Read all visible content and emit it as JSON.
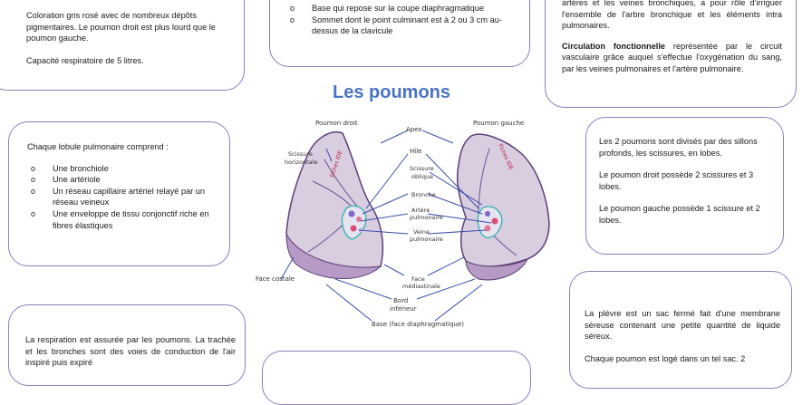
{
  "title": "Les poumons",
  "card_top_left": {
    "p1": "Coloration gris rosé avec de nombreux dépôts pigmentaires. Le poumon droit est plus lourd que le poumon gauche.",
    "p2": "Capacité respiratoire de 5 litres."
  },
  "card_top_center": {
    "items": [
      "Base qui repose sur la coupe diaphragmatique",
      "Sommet dont le point culminant est à 2 ou 3 cm au-dessus de la clavicule"
    ]
  },
  "card_top_right": {
    "p1": "artères et les veines bronchiques, a pour rôle d'irriguer l'ensemble de l'arbre bronchique et les éléments intra pulmonaires.",
    "p2_bold": "Circulation fonctionnelle",
    "p2_rest": " représentée par le circuit vasculaire grâce auquel s'effectue l'oxygénation du sang, par les veines pulmonaires et l'artère pulmonaire."
  },
  "card_lobule": {
    "intro": "Chaque lobule pulmonaire comprend :",
    "items": [
      "Une bronchiole",
      "Une artériole",
      "Un réseau capillaire artériel relayé par un réseau veineux",
      "Une enveloppe de tissu conjonctif riche en fibres élastiques"
    ]
  },
  "card_lobes": {
    "p1": "Les 2 poumons sont divisés par des sillons profonds, les scissures, en lobes.",
    "p2": "Le poumon droit possède 2 scissures et 3 lobes.",
    "p3": "Le poumon gauche possède 1 scissure et 2 lobes."
  },
  "card_respiration": {
    "p1": "La respiration est assurée par les poumons. La trachée et les bronches sont des voies de conduction de l'air inspiré puis expiré"
  },
  "card_plevre": {
    "p1": "La plèvre est un sac fermé fait d'une membrane séreuse contenant une petite quantité de liquide séreux.",
    "p2": "Chaque poumon est logé dans un tel sac. 2"
  },
  "diagram": {
    "labels": {
      "poumon_droit": "Poumon droit",
      "poumon_gauche": "Poumon gauche",
      "apex": "Apex",
      "hile": "Hile",
      "scissure_horizontale": [
        "Scissure",
        "horizontale"
      ],
      "scissure_oblique": [
        "Scissure",
        "oblique"
      ],
      "bronche": "Bronche",
      "artere": [
        "Artère",
        "pulmonaire"
      ],
      "veine": [
        "Veine",
        "pulmonaire"
      ],
      "face_costale": "Face costale",
      "face_mediastinale": [
        "Face",
        "médiastinale"
      ],
      "bord_inferieur": [
        "Bord",
        "inférieur"
      ],
      "base": "Base (face diaphragmatique)",
      "tag": "Fiches IDE"
    }
  },
  "colors": {
    "title": "#4a74c4",
    "card_border": "#8e7fb8",
    "lung_fill": "#d9cde0",
    "lung_outline": "#5a3f77",
    "leader_line": "#3d4fa8",
    "hile_outline": "#20b2aa",
    "tag": "#c21f4a"
  }
}
